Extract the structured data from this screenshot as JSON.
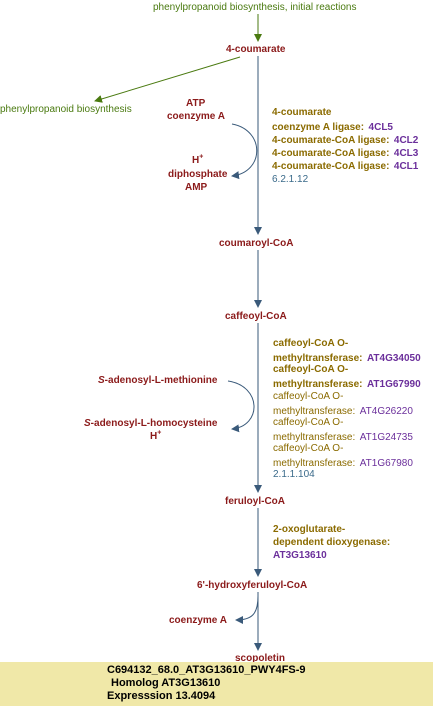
{
  "pathway": {
    "input_pathway": "phenylpropanoid biosynthesis, initial reactions",
    "output_pathway": "phenylpropanoid biosynthesis"
  },
  "metabolites": {
    "coumarate": "4-coumarate",
    "coumaroyl_coa": "coumaroyl-CoA",
    "caffeoyl_coa": "caffeoyl-CoA",
    "feruloyl_coa": "feruloyl-CoA",
    "hydroxyferuloyl_coa": "6'-hydroxyferuloyl-CoA",
    "scopoletin": "scopoletin"
  },
  "step1": {
    "cofactor_in_1": "ATP",
    "cofactor_in_2": "coenzyme A",
    "cofactor_out_h": "H",
    "cofactor_out_h_sup": "+",
    "cofactor_out_2": "diphosphate",
    "cofactor_out_3": "AMP",
    "enzymes": [
      {
        "name_line1": "4-coumarate",
        "name_line2": "coenzyme A ligase:",
        "gene": "4CL5"
      },
      {
        "name": "4-coumarate-CoA ligase:",
        "gene": "4CL2"
      },
      {
        "name": "4-coumarate-CoA ligase:",
        "gene": "4CL3"
      },
      {
        "name": "4-coumarate-CoA ligase:",
        "gene": "4CL1"
      }
    ],
    "ec": "6.2.1.12"
  },
  "step3": {
    "cofactor_in": "adenosyl-L-methionine",
    "cofactor_in_prefix": "S",
    "cofactor_out": "adenosyl-L-homocysteine",
    "cofactor_out_prefix": "S",
    "cofactor_out_h": "H",
    "cofactor_out_h_sup": "+",
    "enzymes_bold": [
      {
        "line1": "caffeoyl-CoA O-",
        "line2": "methyltransferase:",
        "gene": "AT4G34050"
      },
      {
        "line1": "caffeoyl-CoA O-",
        "line2": "methyltransferase:",
        "gene": "AT1G67990"
      }
    ],
    "enzymes_plain": [
      {
        "line1": "caffeoyl-CoA O-",
        "line2": "methyltransferase:",
        "gene": "AT4G26220"
      },
      {
        "line1": "caffeoyl-CoA O-",
        "line2": "methyltransferase:",
        "gene": "AT1G24735"
      },
      {
        "line1": "caffeoyl-CoA O-",
        "line2": "methyltransferase:",
        "gene": "AT1G67980"
      }
    ],
    "ec": "2.1.1.104"
  },
  "step4": {
    "enzyme_line1": "2-oxoglutarate-",
    "enzyme_line2": "dependent dioxygenase:",
    "gene": "AT3G13610"
  },
  "step5": {
    "cofactor_out": "coenzyme A"
  },
  "footer": {
    "line1": "C694132_68.0_AT3G13610_PWY4FS-9",
    "line2": "Homolog AT3G13610",
    "line3": "Expresssion 13.4094"
  },
  "colors": {
    "pathway_arrow": "#4a7a10",
    "main_arrow": "#3a5a7a",
    "metabolite": "#8b1a1a",
    "enzyme": "#8b6b00",
    "gene": "#6b2f9b",
    "ec": "#3a6a8a",
    "footer_bg": "#f0e8a8"
  }
}
